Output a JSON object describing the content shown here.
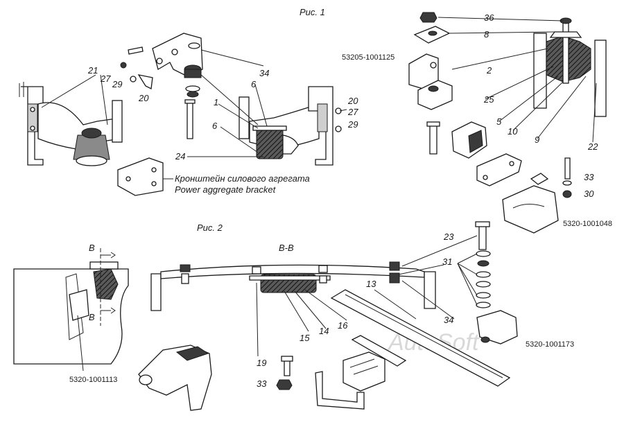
{
  "figures": {
    "fig1_title": "Рис. 1",
    "fig2_title": "Рис. 2",
    "section_title": "В-В",
    "section_marker": "В"
  },
  "captions": {
    "bracket_ru": "Кронштейн силового агрегата",
    "bracket_en": "Power aggregate bracket"
  },
  "part_labels": {
    "p36": "36",
    "p8": "8",
    "p53205": "53205-1001125",
    "p2": "2",
    "p25": "25",
    "p5": "5",
    "p10": "10",
    "p9": "9",
    "p22": "22",
    "p33a": "33",
    "p30": "30",
    "p5320_1048": "5320-1001048",
    "p21": "21",
    "p27a": "27",
    "p29a": "29",
    "p20a": "20",
    "p34a": "34",
    "p6a": "6",
    "p1": "1",
    "p6b": "6",
    "p24": "24",
    "p20b": "20",
    "p27b": "27",
    "p29b": "29",
    "p23": "23",
    "p31": "31",
    "p13": "13",
    "p34b": "34",
    "p5320_1173": "5320-1001173",
    "p16": "16",
    "p14": "14",
    "p15": "15",
    "p19": "19",
    "p33b": "33",
    "p5320_1113": "5320-1001113"
  },
  "watermark": "AutoSoft"
}
